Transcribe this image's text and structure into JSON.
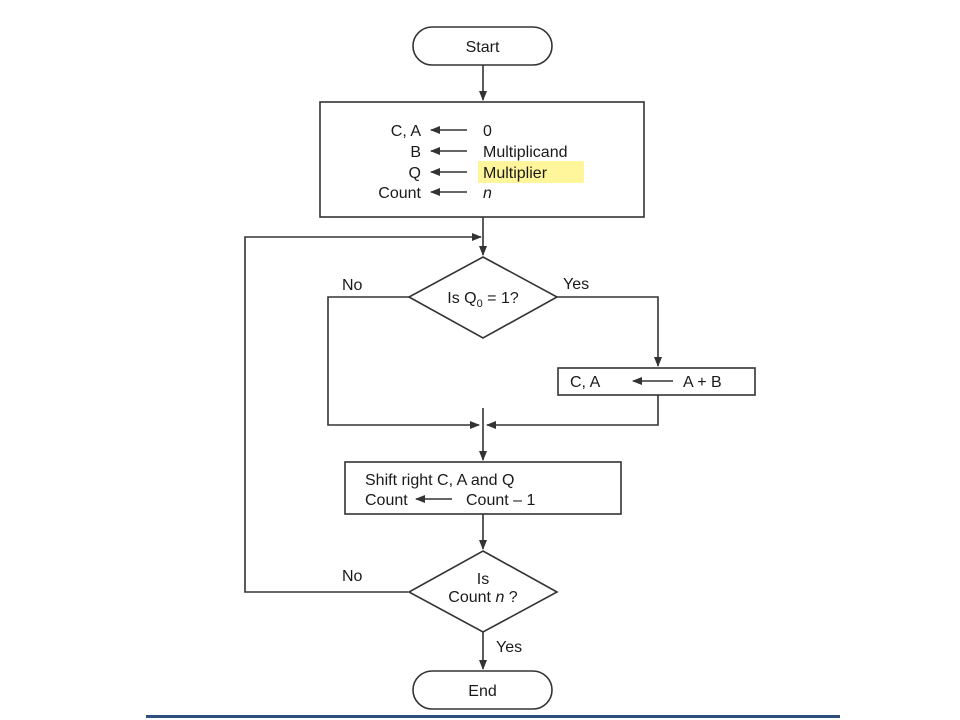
{
  "flowchart": {
    "start": "Start",
    "end": "End",
    "init": {
      "rows": [
        {
          "left": "C, A",
          "right": "0"
        },
        {
          "left": "B",
          "right": "Multiplicand"
        },
        {
          "left": "Q",
          "right": "Multiplier"
        },
        {
          "left": "Count",
          "right": "n"
        }
      ]
    },
    "decision1": {
      "text_pre": "Is Q",
      "subscript": "0",
      "text_post": " = 1?"
    },
    "no_label_1": "No",
    "yes_label_1": "Yes",
    "add_box": {
      "left": "C, A",
      "right": "A + B"
    },
    "shift_box": {
      "line1": "Shift right C, A and Q",
      "line2_left": "Count",
      "line2_right": "Count – 1"
    },
    "decision2": {
      "line1": "Is",
      "line2_pre": "Count ",
      "line2_italic": "n",
      "line2_post": " ?"
    },
    "no_label_2": "No",
    "yes_label_2": "Yes",
    "highlight_color": "#fff59a",
    "line_color": "#333333"
  }
}
